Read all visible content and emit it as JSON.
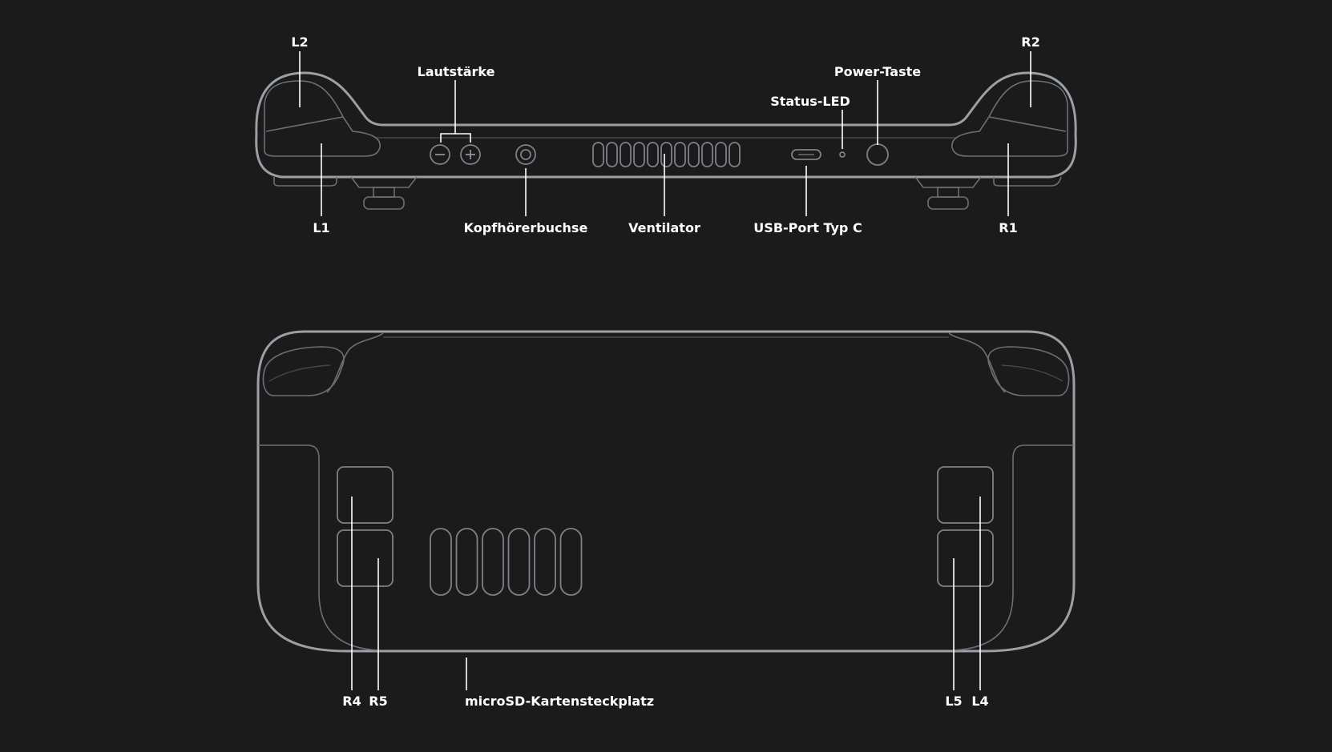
{
  "diagram": {
    "top_view": {
      "labels": {
        "l2": "L2",
        "r2": "R2",
        "volume": "Lautstärke",
        "power": "Power-Taste",
        "status_led": "Status-LED",
        "l1": "L1",
        "r1": "R1",
        "headphone": "Kopfhörerbuchse",
        "fan": "Ventilator",
        "usb": "USB-Port Typ C"
      }
    },
    "back_view": {
      "labels": {
        "r4": "R4",
        "r5": "R5",
        "microsd": "microSD-Kartensteckplatz",
        "l5": "L5",
        "l4": "L4"
      }
    }
  },
  "colors": {
    "background": "#1b1b1c",
    "outline": "#9aa0a6",
    "label": "#ffffff"
  }
}
